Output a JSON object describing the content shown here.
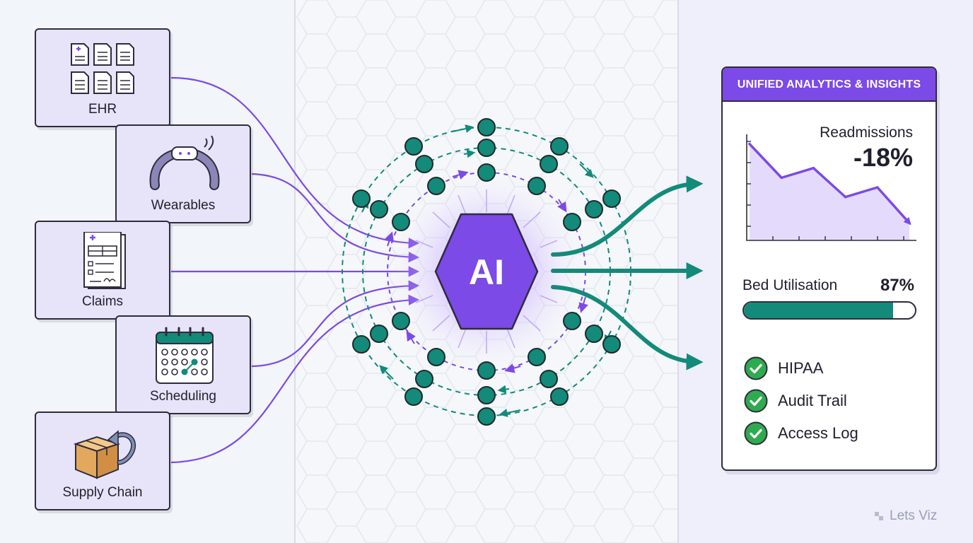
{
  "sources": [
    {
      "id": "ehr",
      "label": "EHR",
      "icon": "documents-icon"
    },
    {
      "id": "wearables",
      "label": "Wearables",
      "icon": "wearable-band-icon"
    },
    {
      "id": "claims",
      "label": "Claims",
      "icon": "claim-form-icon"
    },
    {
      "id": "scheduling",
      "label": "Scheduling",
      "icon": "calendar-icon"
    },
    {
      "id": "supply",
      "label": "Supply Chain",
      "icon": "box-return-icon"
    }
  ],
  "hub": {
    "label": "AI"
  },
  "dashboard": {
    "title": "UNIFIED ANALYTICS & INSIGHTS",
    "readmissions": {
      "label": "Readmissions",
      "value": "-18%"
    },
    "bed": {
      "label": "Bed Utilisation",
      "value": "87%",
      "fraction": 0.87
    },
    "checks": [
      {
        "label": "HIPAA"
      },
      {
        "label": "Audit Trail"
      },
      {
        "label": "Access Log"
      }
    ]
  },
  "chart_data": {
    "type": "line",
    "title": "Readmissions",
    "annotation": "-18%",
    "x": [
      1,
      2,
      3,
      4,
      5,
      6
    ],
    "values": [
      100,
      65,
      75,
      45,
      55,
      18
    ],
    "ylim": [
      0,
      110
    ],
    "grid": false,
    "xlabel": "",
    "ylabel": ""
  },
  "colors": {
    "purple": "#7c4ae6",
    "teal": "#138a7a",
    "card": "#e7e3f9",
    "outline": "#2e2c3c"
  },
  "brand": "Lets Viz"
}
